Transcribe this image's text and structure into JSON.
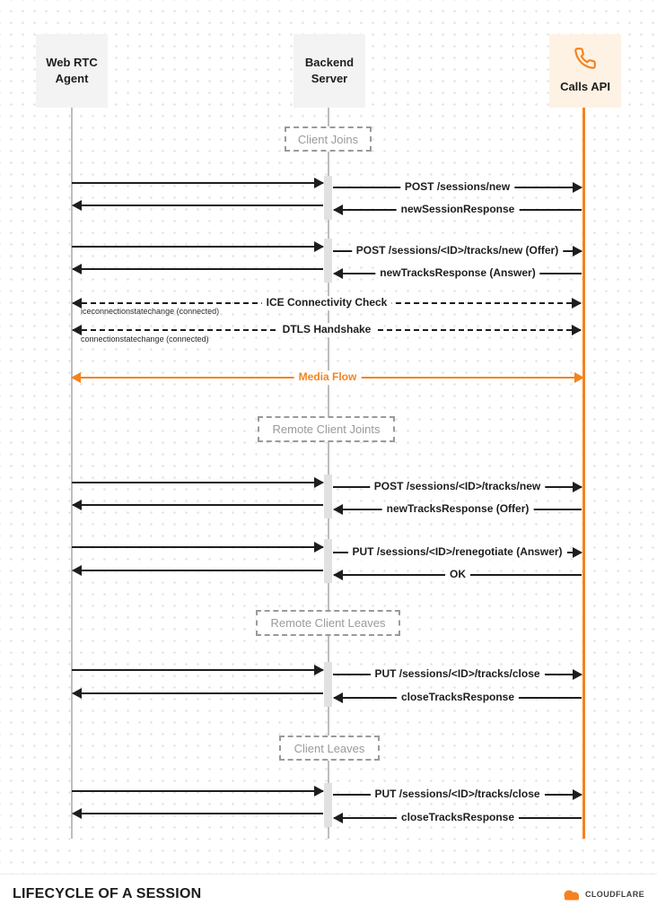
{
  "colors": {
    "accent": "#f6821f",
    "arrow": "#1d1d1d"
  },
  "actors": [
    {
      "id": "web-rtc-agent",
      "label": "Web RTC\nAgent"
    },
    {
      "id": "backend-server",
      "label": "Backend\nServer"
    },
    {
      "id": "calls-api",
      "label": "Calls API",
      "icon": "phone-icon"
    }
  ],
  "sections": [
    {
      "label": "Client Joins"
    },
    {
      "label": "Remote Client Joints"
    },
    {
      "label": "Remote Client Leaves"
    },
    {
      "label": "Client Leaves"
    }
  ],
  "arrow_labels": {
    "post_sessions_new": "POST /sessions/new",
    "new_session_response": "newSessionResponse",
    "post_tracks_new_offer": "POST /sessions/<ID>/tracks/new (Offer)",
    "new_tracks_response_answer": "newTracksResponse (Answer)",
    "ice_check": "ICE Connectivity Check",
    "dtls_handshake": "DTLS Handshake",
    "media_flow": "Media Flow",
    "post_tracks_new": "POST /sessions/<ID>/tracks/new",
    "new_tracks_response_offer": "newTracksResponse (Offer)",
    "put_renegotiate_answer": "PUT /sessions/<ID>/renegotiate (Answer)",
    "ok": "OK",
    "put_tracks_close_1": "PUT /sessions/<ID>/tracks/close",
    "close_tracks_response_1": "closeTracksResponse",
    "put_tracks_close_2": "PUT /sessions/<ID>/tracks/close",
    "close_tracks_response_2": "closeTracksResponse"
  },
  "annotations": {
    "ice_state": "iceconnectionstatechange (connected)",
    "conn_state": "connectionstatechange (connected)"
  },
  "footer": {
    "title": "LIFECYCLE OF A SESSION",
    "brand": "CLOUDFLARE"
  }
}
